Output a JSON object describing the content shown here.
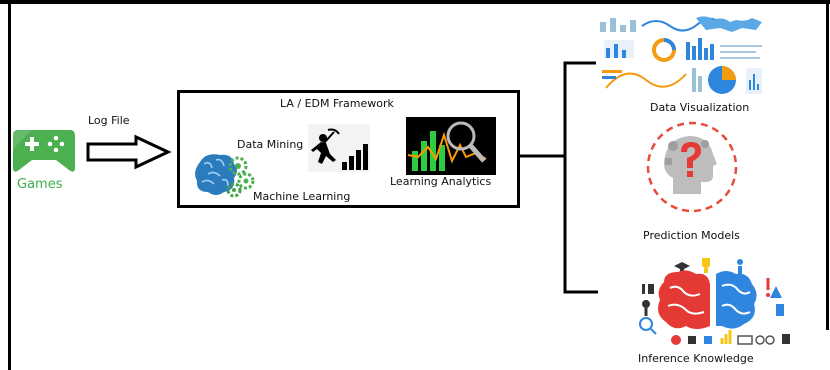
{
  "source": {
    "label": "Games",
    "icon": "game-controller-icon",
    "color": "#3fae49"
  },
  "arrow": {
    "label": "Log File"
  },
  "framework": {
    "title": "LA / EDM Framework",
    "components": [
      {
        "label": "Data Mining",
        "icon": "miner-icon"
      },
      {
        "label": "Machine Learning",
        "icon": "brain-gears-icon"
      },
      {
        "label": "Learning Analytics",
        "icon": "analytics-chart-icon"
      }
    ]
  },
  "outputs": [
    {
      "label": "Data Visualization",
      "icon": "dashboard-charts-icon"
    },
    {
      "label": "Prediction Models",
      "icon": "head-question-icon"
    },
    {
      "label": "Inference Knowledge",
      "icon": "brain-knowledge-icon"
    }
  ]
}
